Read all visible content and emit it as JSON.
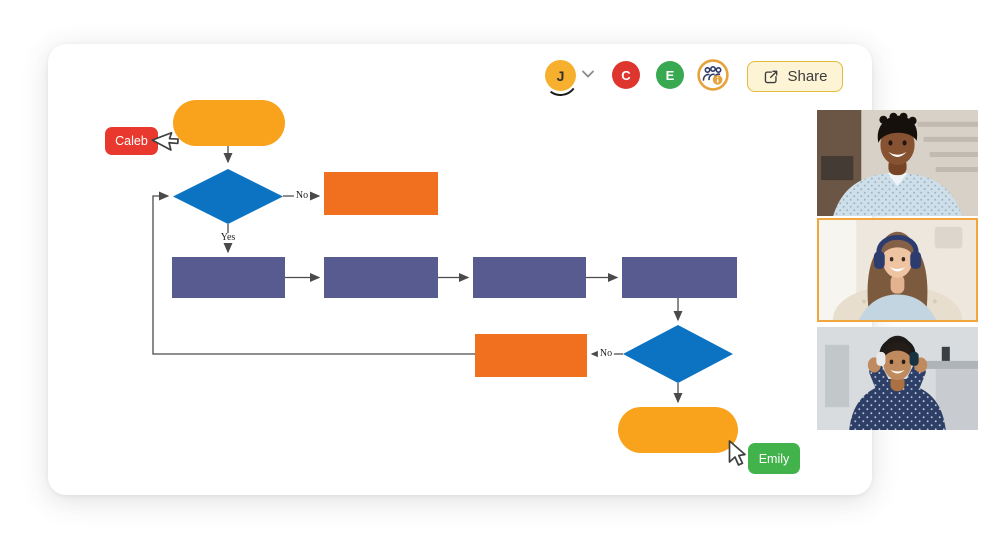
{
  "header": {
    "avatars": [
      {
        "initial": "J",
        "bg": "#F6B02E",
        "note": "current user, has dropdown chevron"
      },
      {
        "initial": "C",
        "bg": "#DF352F"
      },
      {
        "initial": "E",
        "bg": "#38A851"
      }
    ],
    "participants_icon": "people-group-with-info-badge",
    "share": {
      "label": "Share",
      "bg": "#FDF4D5",
      "border": "#E3B93F"
    }
  },
  "collaborators": [
    {
      "name": "Caleb",
      "color": "#E9392E",
      "cursor": "pointing-left"
    },
    {
      "name": "Emily",
      "color": "#42B24B",
      "cursor": "pointing-up-left"
    }
  ],
  "flowchart": {
    "edge_labels": {
      "no_top": "No",
      "yes": "Yes",
      "no_bottom": "No"
    },
    "colors": {
      "terminal_pill": "#F9A21C",
      "process_purple": "#585B8F",
      "process_orange": "#F1701F",
      "decision_blue": "#0C73C2",
      "connector": "#4a4a4a"
    },
    "nodes": [
      {
        "id": "start",
        "type": "terminal-pill",
        "fill": "#F9A21C"
      },
      {
        "id": "decision-1",
        "type": "diamond",
        "fill": "#0C73C2"
      },
      {
        "id": "no-branch-1",
        "type": "rect",
        "fill": "#F1701F"
      },
      {
        "id": "process-1",
        "type": "rect",
        "fill": "#585B8F"
      },
      {
        "id": "process-2",
        "type": "rect",
        "fill": "#585B8F"
      },
      {
        "id": "process-3",
        "type": "rect",
        "fill": "#585B8F"
      },
      {
        "id": "process-4",
        "type": "rect",
        "fill": "#585B8F"
      },
      {
        "id": "decision-2",
        "type": "diamond",
        "fill": "#0C73C2"
      },
      {
        "id": "no-branch-2",
        "type": "rect",
        "fill": "#F1701F"
      },
      {
        "id": "end",
        "type": "terminal-pill",
        "fill": "#F9A21C"
      }
    ]
  },
  "video_call": {
    "participants": [
      {
        "id": "participant-1",
        "description": "smiling man, light dotted shirt",
        "active": false
      },
      {
        "id": "participant-2",
        "description": "woman wearing navy headphones",
        "active": true
      },
      {
        "id": "participant-3",
        "description": "woman with headset, hands raised",
        "active": false
      }
    ],
    "active_border": "#F2A63B"
  }
}
